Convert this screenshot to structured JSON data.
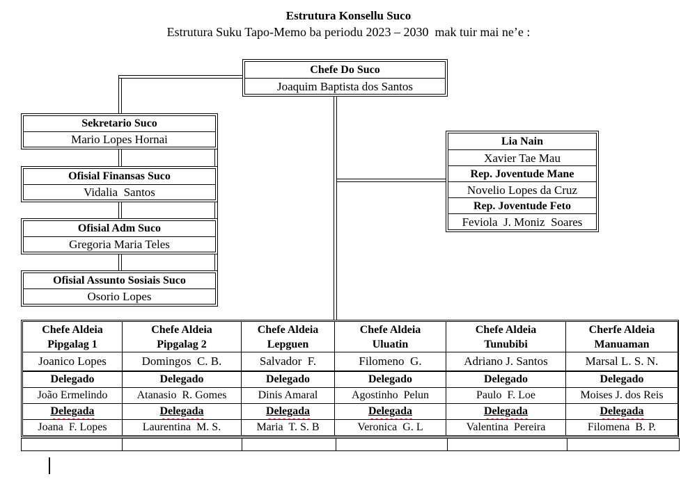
{
  "page": {
    "title": "Estrutura Konsellu Suco",
    "subtitle": "Estrutura Suku Tapo-Memo ba periodu 2023 – 2030  mak tuir mai ne’e :"
  },
  "chefe_suco": {
    "title": "Chefe Do Suco",
    "name": "Joaquim Baptista dos Santos"
  },
  "officials": [
    {
      "title": "Sekretario Suco",
      "name": "Mario Lopes Hornai"
    },
    {
      "title": "Ofisial Finansas Suco",
      "name": "Vidalia  Santos"
    },
    {
      "title": "Ofisial Adm Suco",
      "name": "Gregoria Maria Teles"
    },
    {
      "title": "Ofisial Assunto Sosiais Suco",
      "name": "Osorio Lopes"
    }
  ],
  "council": {
    "rows": [
      {
        "text": "Lia Nain"
      },
      {
        "text": "Xavier Tae Mau"
      },
      {
        "text": "Rep. Joventude Mane"
      },
      {
        "text": "Novelio Lopes da Cruz"
      },
      {
        "text": "Rep. Joventude Feto"
      },
      {
        "text": "Feviola  J. Moniz  Soares"
      }
    ]
  },
  "aldeias": {
    "delegado_label": "Delegado",
    "delegada_label": "Delegada",
    "columns": [
      {
        "header1": "Chefe Aldeia",
        "header2": "Pipgalag 1",
        "chefe": "Joanico Lopes",
        "delegado": "João Ermelindo",
        "delegada": "Joana  F. Lopes"
      },
      {
        "header1": "Chefe Aldeia",
        "header2": "Pipgalag 2",
        "chefe": "Domingos  C. B.",
        "delegado": "Atanasio  R. Gomes",
        "delegada": "Laurentina  M. S."
      },
      {
        "header1": "Chefe Aldeia",
        "header2": "Lepguen",
        "chefe": "Salvador  F.",
        "delegado": "Dinis Amaral",
        "delegada": "Maria  T. S. B"
      },
      {
        "header1": "Chefe Aldeia",
        "header2": "Uluatin",
        "chefe": "Filomeno  G.",
        "delegado": "Agostinho  Pelun",
        "delegada": "Veronica  G. L"
      },
      {
        "header1": "Chefe Aldeia",
        "header2": "Tunubibi",
        "chefe": "Adriano J. Santos",
        "delegado": "Paulo  F. Loe",
        "delegada": "Valentina  Pereira"
      },
      {
        "header1": "Cherfe Aldeia",
        "header2": "Manuaman",
        "chefe": "Marsal L. S. N.",
        "delegado": "Moises J. dos Reis",
        "delegada": "Filomena  B. P."
      }
    ]
  },
  "colors": {
    "line": "#000000",
    "background": "#ffffff",
    "spellcheck_squiggle": "#e00000"
  }
}
